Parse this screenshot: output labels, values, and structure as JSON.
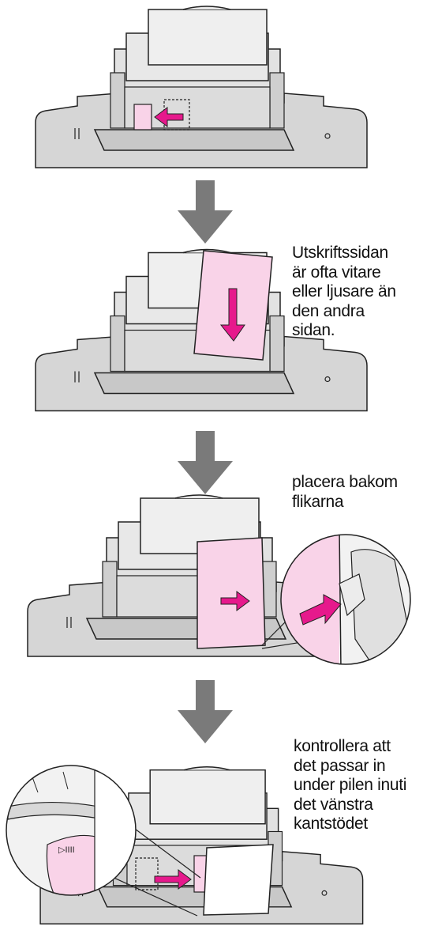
{
  "steps": [
    {
      "caption_lines": []
    },
    {
      "caption_lines": [
        "Utskriftssidan",
        "är ofta vitare",
        "eller ljusare än",
        "den andra",
        "sidan."
      ]
    },
    {
      "caption_lines": [
        "placera bakom",
        "flikarna"
      ]
    },
    {
      "caption_lines": [
        "kontrollera att",
        "det passar in",
        "under pilen inuti",
        "det vänstra",
        "kantstödet"
      ]
    }
  ],
  "icons": {
    "down_arrow": "down-arrow-icon",
    "motion_arrow": "magenta-arrow-icon"
  },
  "colors": {
    "paper_pink": "#f9d3e8",
    "arrow_magenta": "#e6198c",
    "printer_gray": "#d6d6d6",
    "outline": "#222222",
    "step_arrow": "#7a7a7a",
    "panel_bg": "#ffffff"
  },
  "zoom_labels": {
    "guide_mark": "▷IIII"
  }
}
